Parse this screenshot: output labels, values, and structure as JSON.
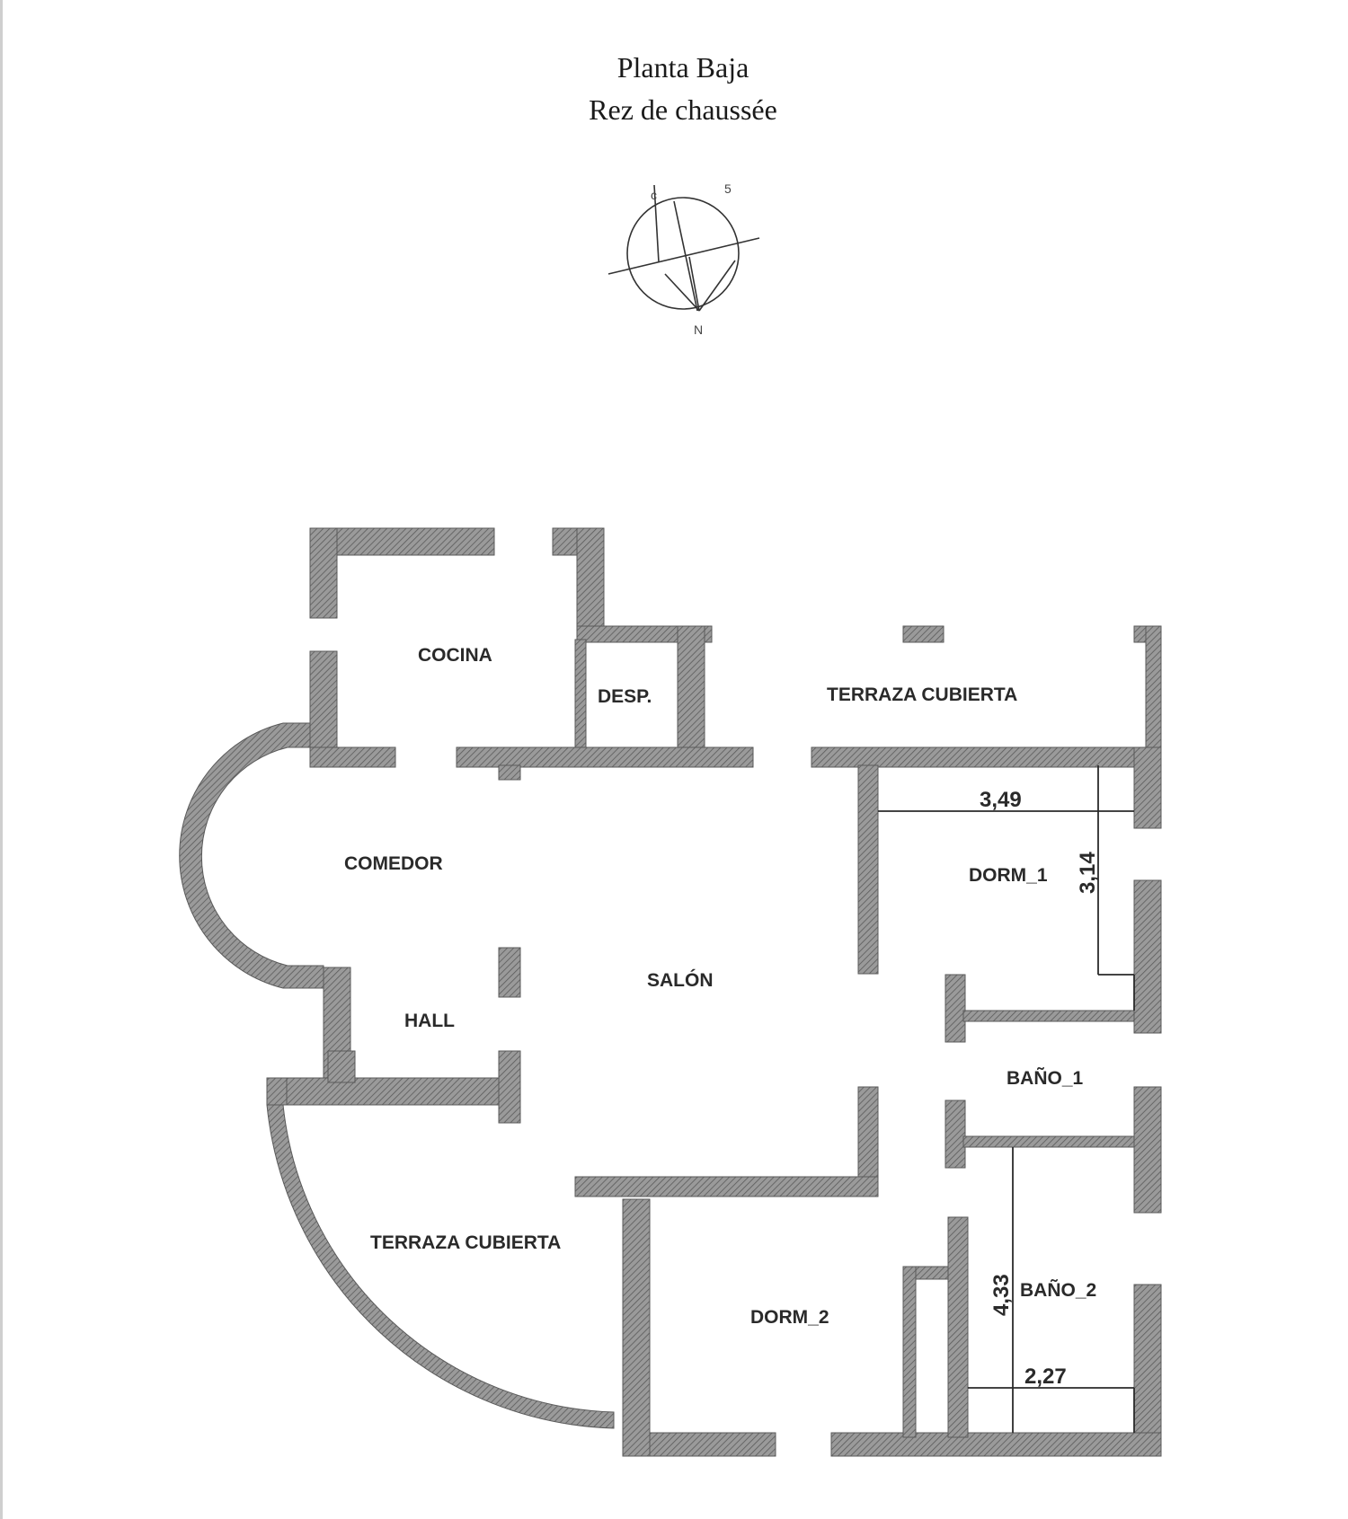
{
  "title": {
    "line1": "Planta Baja",
    "line2": "Rez de chaussée"
  },
  "compass": {
    "north": "N",
    "mark_left": "c",
    "mark_right": "5"
  },
  "rooms": {
    "cocina": "COCINA",
    "desp": "DESP.",
    "terraza_top": "TERRAZA CUBIERTA",
    "comedor": "COMEDOR",
    "salon": "SALÓN",
    "hall": "HALL",
    "dorm1": "DORM_1",
    "bano1": "BAÑO_1",
    "bano2": "BAÑO_2",
    "dorm2": "DORM_2",
    "terraza_bottom": "TERRAZA CUBIERTA"
  },
  "dimensions": {
    "dorm1_width": "3,49",
    "dorm1_depth": "3,14",
    "bano2_depth": "4,33",
    "bano2_width": "2,27"
  },
  "colors": {
    "wall": "#8a8a8a",
    "line": "#2a2a2a"
  }
}
